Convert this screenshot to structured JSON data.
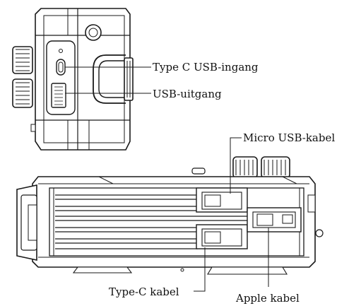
{
  "labels": {
    "type_c_input": "Type C USB-ingang",
    "usb_output": "USB-uitgang",
    "micro_usb_cable": "Micro USB-kabel",
    "type_c_cable": "Type-C kabel",
    "apple_cable": "Apple kabel"
  }
}
